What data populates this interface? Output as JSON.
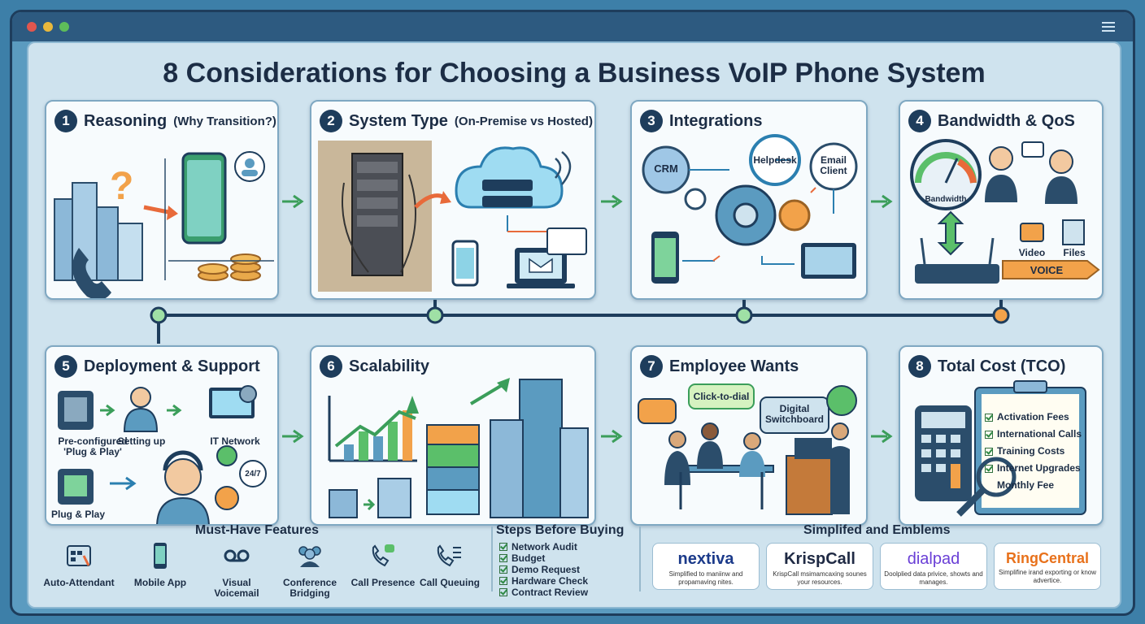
{
  "title": "8 Considerations for Choosing a Business VoIP Phone System",
  "cards": [
    {
      "num": "1",
      "title": "Reasoning",
      "subtitle": "(Why Transition?)"
    },
    {
      "num": "2",
      "title": "System Type",
      "subtitle": "(On-Premise vs Hosted)"
    },
    {
      "num": "3",
      "title": "Integrations",
      "subtitle": ""
    },
    {
      "num": "4",
      "title": "Bandwidth & QoS",
      "subtitle": ""
    },
    {
      "num": "5",
      "title": "Deployment & Support",
      "subtitle": ""
    },
    {
      "num": "6",
      "title": "Scalability",
      "subtitle": ""
    },
    {
      "num": "7",
      "title": "Employee Wants",
      "subtitle": ""
    },
    {
      "num": "8",
      "title": "Total Cost (TCO)",
      "subtitle": ""
    }
  ],
  "integrations": {
    "crm": "CRM",
    "helpdesk": "Helpdesk",
    "email": "Email Client"
  },
  "bandwidth": {
    "gauge": "Bandwidth",
    "video": "Video",
    "files": "Files",
    "voice": "VOICE"
  },
  "deployment": {
    "preconfig": "Pre-configured 'Plug & Play'",
    "setup": "Setting up",
    "it": "IT Network",
    "plug": "Plug & Play",
    "hours": "24/7"
  },
  "employee": {
    "click": "Click-to-dial",
    "switch": "Digital Switchboard"
  },
  "cost": {
    "items": [
      "Activation Fees",
      "International Calls",
      "Training Costs",
      "Internet Upgrades",
      "Monthly Fee"
    ]
  },
  "features": {
    "title": "Must-Have Features",
    "items": [
      {
        "label": "Auto-Attendant",
        "icon": "auto-attendant-icon"
      },
      {
        "label": "Mobile App",
        "icon": "mobile-app-icon"
      },
      {
        "label": "Visual Voicemail",
        "icon": "voicemail-icon"
      },
      {
        "label": "Conference Bridging",
        "icon": "conference-icon"
      },
      {
        "label": "Call Presence",
        "icon": "call-presence-icon"
      },
      {
        "label": "Call Queuing",
        "icon": "call-queuing-icon"
      }
    ]
  },
  "steps": {
    "title": "Steps Before Buying",
    "items": [
      "Network Audit",
      "Budget",
      "Demo Request",
      "Hardware Check",
      "Contract Review"
    ]
  },
  "brands": {
    "title": "Simplifed and Emblems",
    "items": [
      {
        "name": "nextiva",
        "desc": "Simplified to maniinw and propamaving nites.",
        "color": "#1b3a8a"
      },
      {
        "name": "KrispCall",
        "desc": "KrispCall msimamcaxing sounes your resources.",
        "color": "#1f2a44"
      },
      {
        "name": "dialpad",
        "desc": "Doolplied data privice, showts and manages.",
        "color": "#6a3fd6"
      },
      {
        "name": "RingCentral",
        "desc": "Simplifine irand exporting or know advertice.",
        "color": "#e8711b"
      }
    ]
  }
}
